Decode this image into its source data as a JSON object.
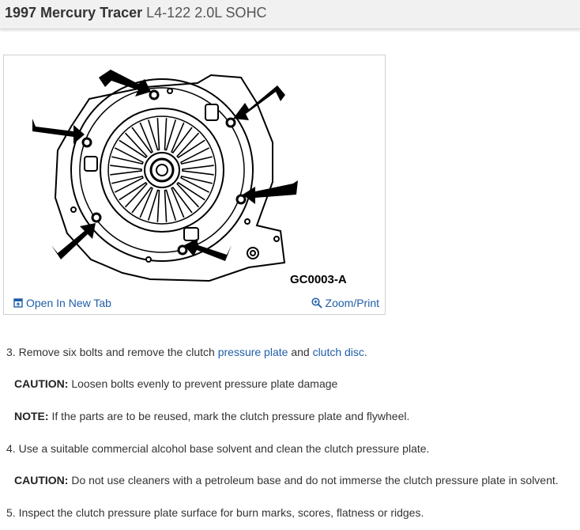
{
  "header": {
    "model": "1997 Mercury Tracer",
    "engine": "L4-122 2.0L SOHC"
  },
  "figure": {
    "diagram_label": "GC0003-A",
    "open_tab_label": "Open In New Tab",
    "zoom_label": "Zoom/Print",
    "icons": [
      "open-tab-icon",
      "zoom-icon"
    ]
  },
  "steps": {
    "step3": {
      "number": "3.",
      "text_a": "Remove six bolts and remove the clutch",
      "link1": "pressure plate",
      "text_b": "and",
      "link2": "clutch disc",
      "text_c": "."
    },
    "caution1": {
      "label": "CAUTION:",
      "text": "Loosen bolts evenly to prevent pressure plate damage"
    },
    "note1": {
      "label": "NOTE:",
      "text": "If the parts are to be reused, mark the clutch pressure plate and flywheel."
    },
    "step4": {
      "number": "4.",
      "text": "Use a suitable commercial alcohol base solvent and clean the clutch pressure plate."
    },
    "caution2": {
      "label": "CAUTION:",
      "text": "Do not use cleaners with a petroleum base and do not immerse the clutch pressure plate in solvent."
    },
    "step5": {
      "number": "5.",
      "text": "Inspect the clutch pressure plate surface for burn marks, scores, flatness or ridges."
    }
  },
  "colors": {
    "link": "#1f5da8",
    "header_bg": "#f1f1f1"
  }
}
